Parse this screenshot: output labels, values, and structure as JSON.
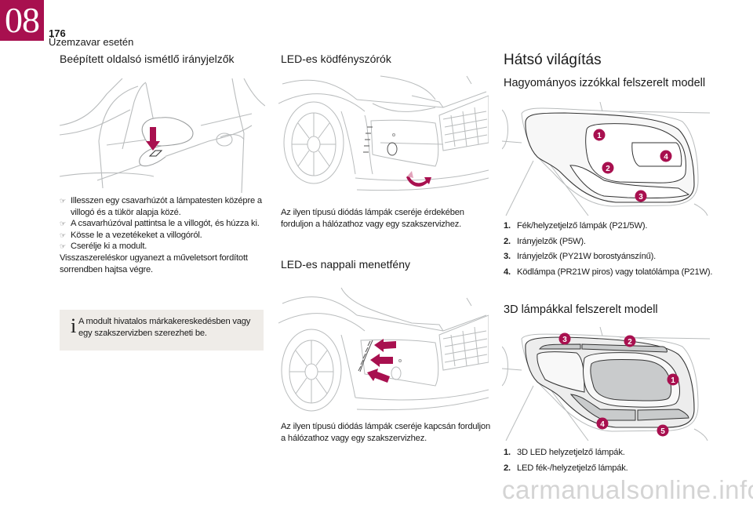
{
  "header": {
    "chapter_number": "08",
    "page_number": "176",
    "chapter_title": "Üzemzavar esetén"
  },
  "colors": {
    "accent": "#a8104f",
    "info_box_bg": "#efece8",
    "line_art": "#b9bcbd"
  },
  "col1": {
    "heading": "Beépített oldalsó ismétlő irányjelzők",
    "illustration": "side-mirror-indicator-illustration",
    "bullet_icon": "pointing-hand-icon",
    "bullets": [
      "Illesszen egy csavarhúzót a lámpatesten középre a villogó és a tükör alapja közé.",
      "A csavarhúzóval pattintsa le a villogót, és húzza ki.",
      "Kösse le a vezetékeket a villogóról.",
      "Cserélje ki a modult."
    ],
    "paragraph": "Visszaszereléskor ugyanezt a műveletsort fordított sorrendben hajtsa végre.",
    "info": {
      "icon": "i",
      "text": "A modult hivatalos márkakereskedésben vagy egy szakszervizben szerezheti be."
    }
  },
  "col2": {
    "fog": {
      "heading": "LED-es ködfényszórók",
      "illustration": "front-bumper-fog-lamp-illustration",
      "text": "Az ilyen típusú diódás lámpák cseréje érdekében forduljon a hálózathoz vagy egy szakszervizhez."
    },
    "drl": {
      "heading": "LED-es nappali menetfény",
      "illustration": "front-bumper-daytime-lights-illustration",
      "text": "Az ilyen típusú diódás lámpák cseréje kapcsán forduljon a hálózathoz vagy egy szakszervizhez."
    }
  },
  "col3": {
    "heading": "Hátsó világítás",
    "bulb_model": {
      "heading": "Hagyományos izzókkal felszerelt modell",
      "illustration": "rear-lamp-bulb-illustration",
      "callouts": [
        "1",
        "2",
        "3",
        "4"
      ],
      "items": [
        {
          "n": "1.",
          "text": "Fék/helyzetjelző lámpák (P21/5W)."
        },
        {
          "n": "2.",
          "text": "Irányjelzők (P5W)."
        },
        {
          "n": "3.",
          "text": "Irányjelzők (PY21W borostyánszínű)."
        },
        {
          "n": "4.",
          "text": "Ködlámpa (PR21W piros) vagy tolatólámpa (P21W)."
        }
      ]
    },
    "led3d_model": {
      "heading": "3D lámpákkal felszerelt modell",
      "illustration": "rear-lamp-3d-illustration",
      "callouts": [
        "1",
        "2",
        "3",
        "4",
        "5"
      ],
      "items": [
        {
          "n": "1.",
          "text": "3D LED helyzetjelző lámpák."
        },
        {
          "n": "2.",
          "text": "LED fék-/helyzetjelző lámpák."
        }
      ]
    }
  },
  "watermark": "carmanualsonline.info"
}
